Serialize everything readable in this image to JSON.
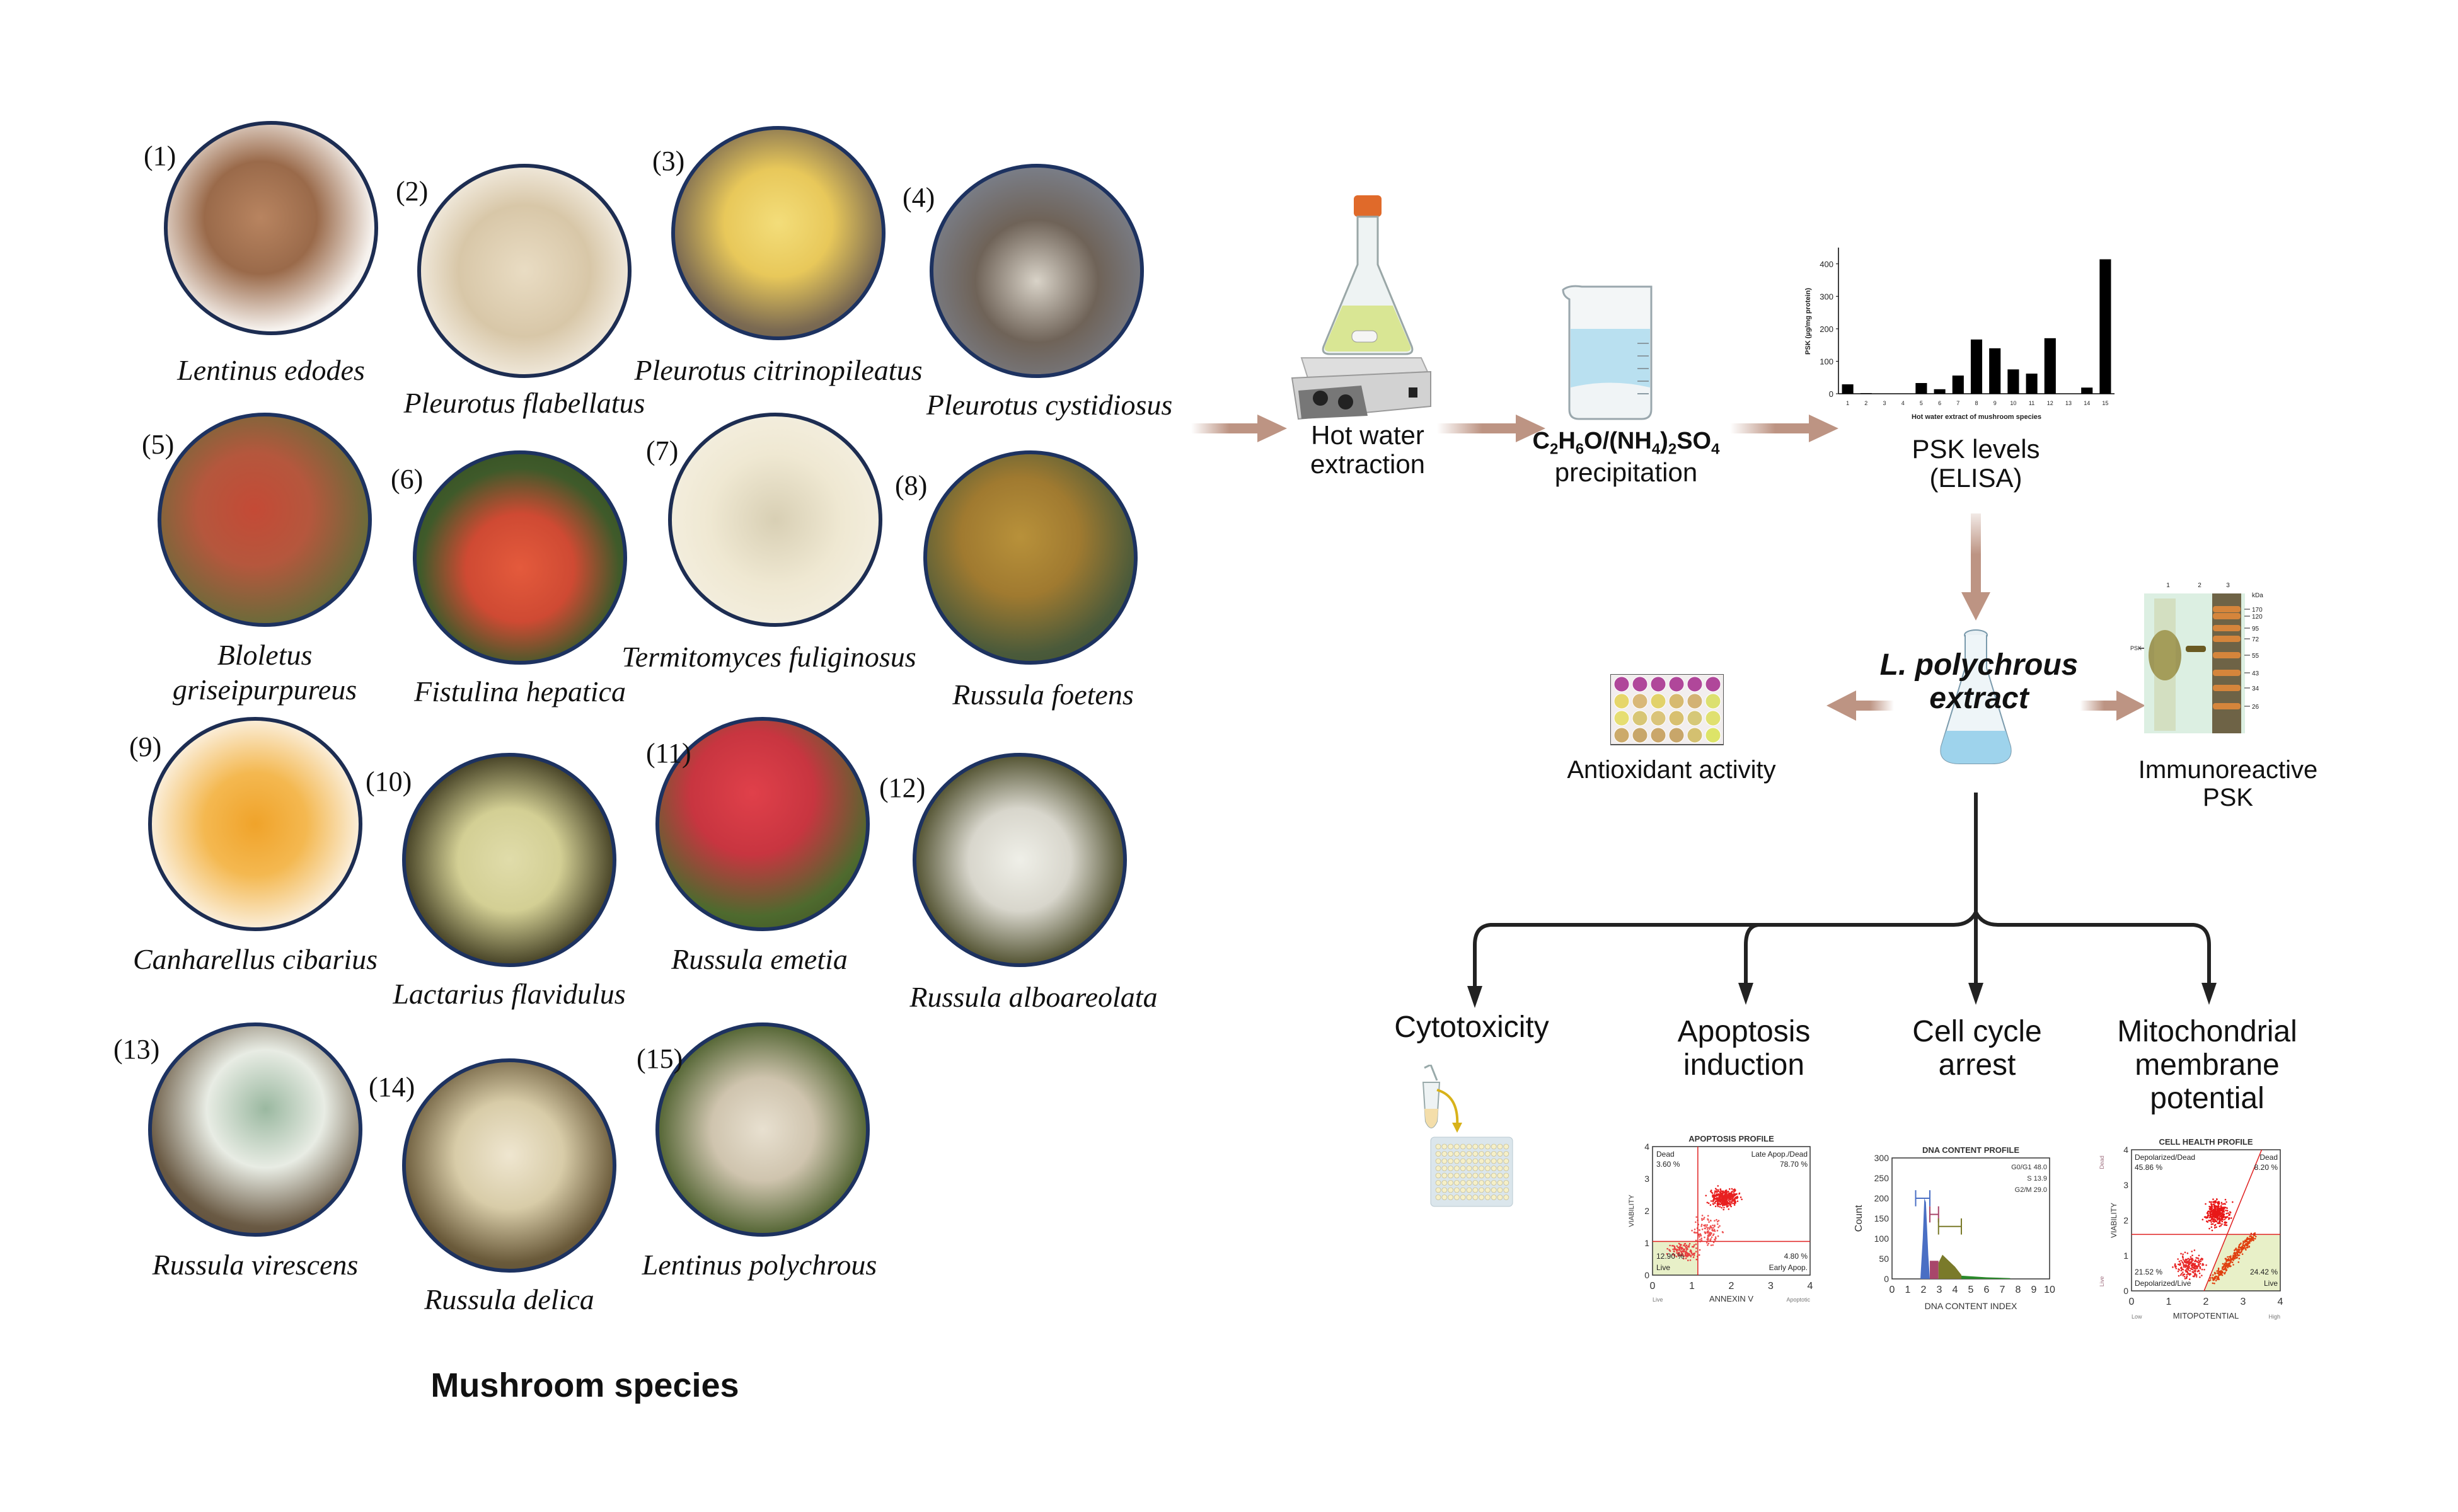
{
  "left_panel": {
    "title": "Mushroom species",
    "species": [
      {
        "num": "(1)",
        "name": "Lentinus edodes"
      },
      {
        "num": "(2)",
        "name": "Pleurotus flabellatus"
      },
      {
        "num": "(3)",
        "name": "Pleurotus citrinopileatus"
      },
      {
        "num": "(4)",
        "name": "Pleurotus cystidiosus"
      },
      {
        "num": "(5)",
        "name": "Bloletus",
        "name2": "griseipurpureus"
      },
      {
        "num": "(6)",
        "name": "Fistulina hepatica"
      },
      {
        "num": "(7)",
        "name": "Termitomyces fuliginosus"
      },
      {
        "num": "(8)",
        "name": "Russula foetens"
      },
      {
        "num": "(9)",
        "name": "Canharellus cibarius"
      },
      {
        "num": "(10)",
        "name": "Lactarius flavidulus"
      },
      {
        "num": "(11)",
        "name": "Russula emetia"
      },
      {
        "num": "(12)",
        "name": "Russula alboareolata"
      },
      {
        "num": "(13)",
        "name": "Russula virescens"
      },
      {
        "num": "(14)",
        "name": "Russula delica"
      },
      {
        "num": "(15)",
        "name": "Lentinus polychrous"
      }
    ]
  },
  "workflow": {
    "step1": {
      "line1": "Hot water",
      "line2": "extraction",
      "icon": "hotplate-stirrer-flask-icon"
    },
    "step2": {
      "formula_parts": [
        "C",
        "2",
        "H",
        "6",
        "O/(NH",
        "4",
        ")",
        "2",
        "SO",
        "4"
      ],
      "line2": "precipitation",
      "icon": "beaker-icon"
    },
    "step3": {
      "line1": "PSK levels",
      "line2": "(ELISA)"
    },
    "center": {
      "line1": "L. polychrous",
      "line2": "extract",
      "icon": "flask-icon"
    },
    "antioxidant": {
      "label": "Antioxidant activity",
      "icon": "well-plate-icon"
    },
    "immuno": {
      "line1": "Immunoreactive",
      "line2": "PSK",
      "gel": {
        "lanes": [
          "1",
          "2",
          "3"
        ],
        "unit": "kDa",
        "markers": [
          "170",
          "120",
          "95",
          "72",
          "55",
          "43",
          "34",
          "26"
        ],
        "band_label": "PSK"
      }
    },
    "assays": [
      {
        "lines": [
          "Cytotoxicity"
        ]
      },
      {
        "lines": [
          "Apoptosis",
          "induction"
        ]
      },
      {
        "lines": [
          "Cell cycle",
          "arrest"
        ]
      },
      {
        "lines": [
          "Mitochondrial",
          "membrane",
          "potential"
        ]
      }
    ],
    "arrow_color": "#BD9483"
  },
  "chart_data": [
    {
      "type": "bar",
      "title": "",
      "xlabel": "Hot water extract of mushroom species",
      "ylabel": "PSK (µg/mg protein)",
      "categories": [
        "1",
        "2",
        "3",
        "4",
        "5",
        "6",
        "7",
        "8",
        "9",
        "10",
        "11",
        "12",
        "13",
        "14",
        "15"
      ],
      "values": [
        29,
        2,
        0,
        1,
        33,
        14,
        56,
        167,
        140,
        75,
        62,
        171,
        0,
        19,
        414
      ],
      "yticks": [
        0,
        100,
        200,
        300,
        400
      ],
      "ylim": [
        0,
        450
      ],
      "grid": false
    },
    {
      "type": "scatter",
      "title": "APOPTOSIS PROFILE",
      "xlabel": "ANNEXIN V",
      "ylabel": "VIABILITY",
      "xlim": [
        0,
        4
      ],
      "ylim": [
        0,
        4
      ],
      "xticks": [
        "0",
        "1",
        "2",
        "3",
        "4"
      ],
      "yticks": [
        "0",
        "1",
        "2",
        "3",
        "4"
      ],
      "x_end_labels": [
        "Live",
        "Apoptotic"
      ],
      "quadrants": [
        {
          "name": "Dead",
          "value": "3.60 %"
        },
        {
          "name": "Late Apop./Dead",
          "value": "78.70 %"
        },
        {
          "name": "Live",
          "value": "12.90 %"
        },
        {
          "name": "Early Apop.",
          "value": "4.80 %"
        }
      ]
    },
    {
      "type": "area",
      "title": "DNA CONTENT PROFILE",
      "xlabel": "DNA CONTENT INDEX",
      "ylabel": "Count",
      "xlim": [
        0,
        10
      ],
      "ylim": [
        0,
        300
      ],
      "xticks": [
        "0",
        "1",
        "2",
        "3",
        "4",
        "5",
        "6",
        "7",
        "8",
        "9",
        "10"
      ],
      "yticks": [
        "0",
        "50",
        "100",
        "150",
        "200",
        "250",
        "300"
      ],
      "phases": [
        {
          "name": "G0/G1",
          "value": "48.0",
          "color": "#4a6fc4"
        },
        {
          "name": "S",
          "value": "13.9",
          "color": "#a8466a"
        },
        {
          "name": "G2/M",
          "value": "29.0",
          "color": "#7a7a2a"
        }
      ]
    },
    {
      "type": "scatter",
      "title": "CELL HEALTH PROFILE",
      "xlabel": "MITOPOTENTIAL",
      "ylabel": "VIABILITY",
      "xlim": [
        0,
        4
      ],
      "ylim": [
        0,
        4
      ],
      "xticks": [
        "0",
        "1",
        "2",
        "3",
        "4"
      ],
      "yticks": [
        "0",
        "1",
        "2",
        "3",
        "4"
      ],
      "x_end_labels": [
        "Low",
        "High"
      ],
      "y_end_labels": [
        "Live",
        "Dead"
      ],
      "quadrants": [
        {
          "name": "Depolarized/Dead",
          "value": "45.86 %"
        },
        {
          "name": "Dead",
          "value": "8.20 %"
        },
        {
          "name": "Depolarized/Live",
          "value": "21.52 %"
        },
        {
          "name": "Live",
          "value": "24.42 %"
        }
      ]
    }
  ]
}
